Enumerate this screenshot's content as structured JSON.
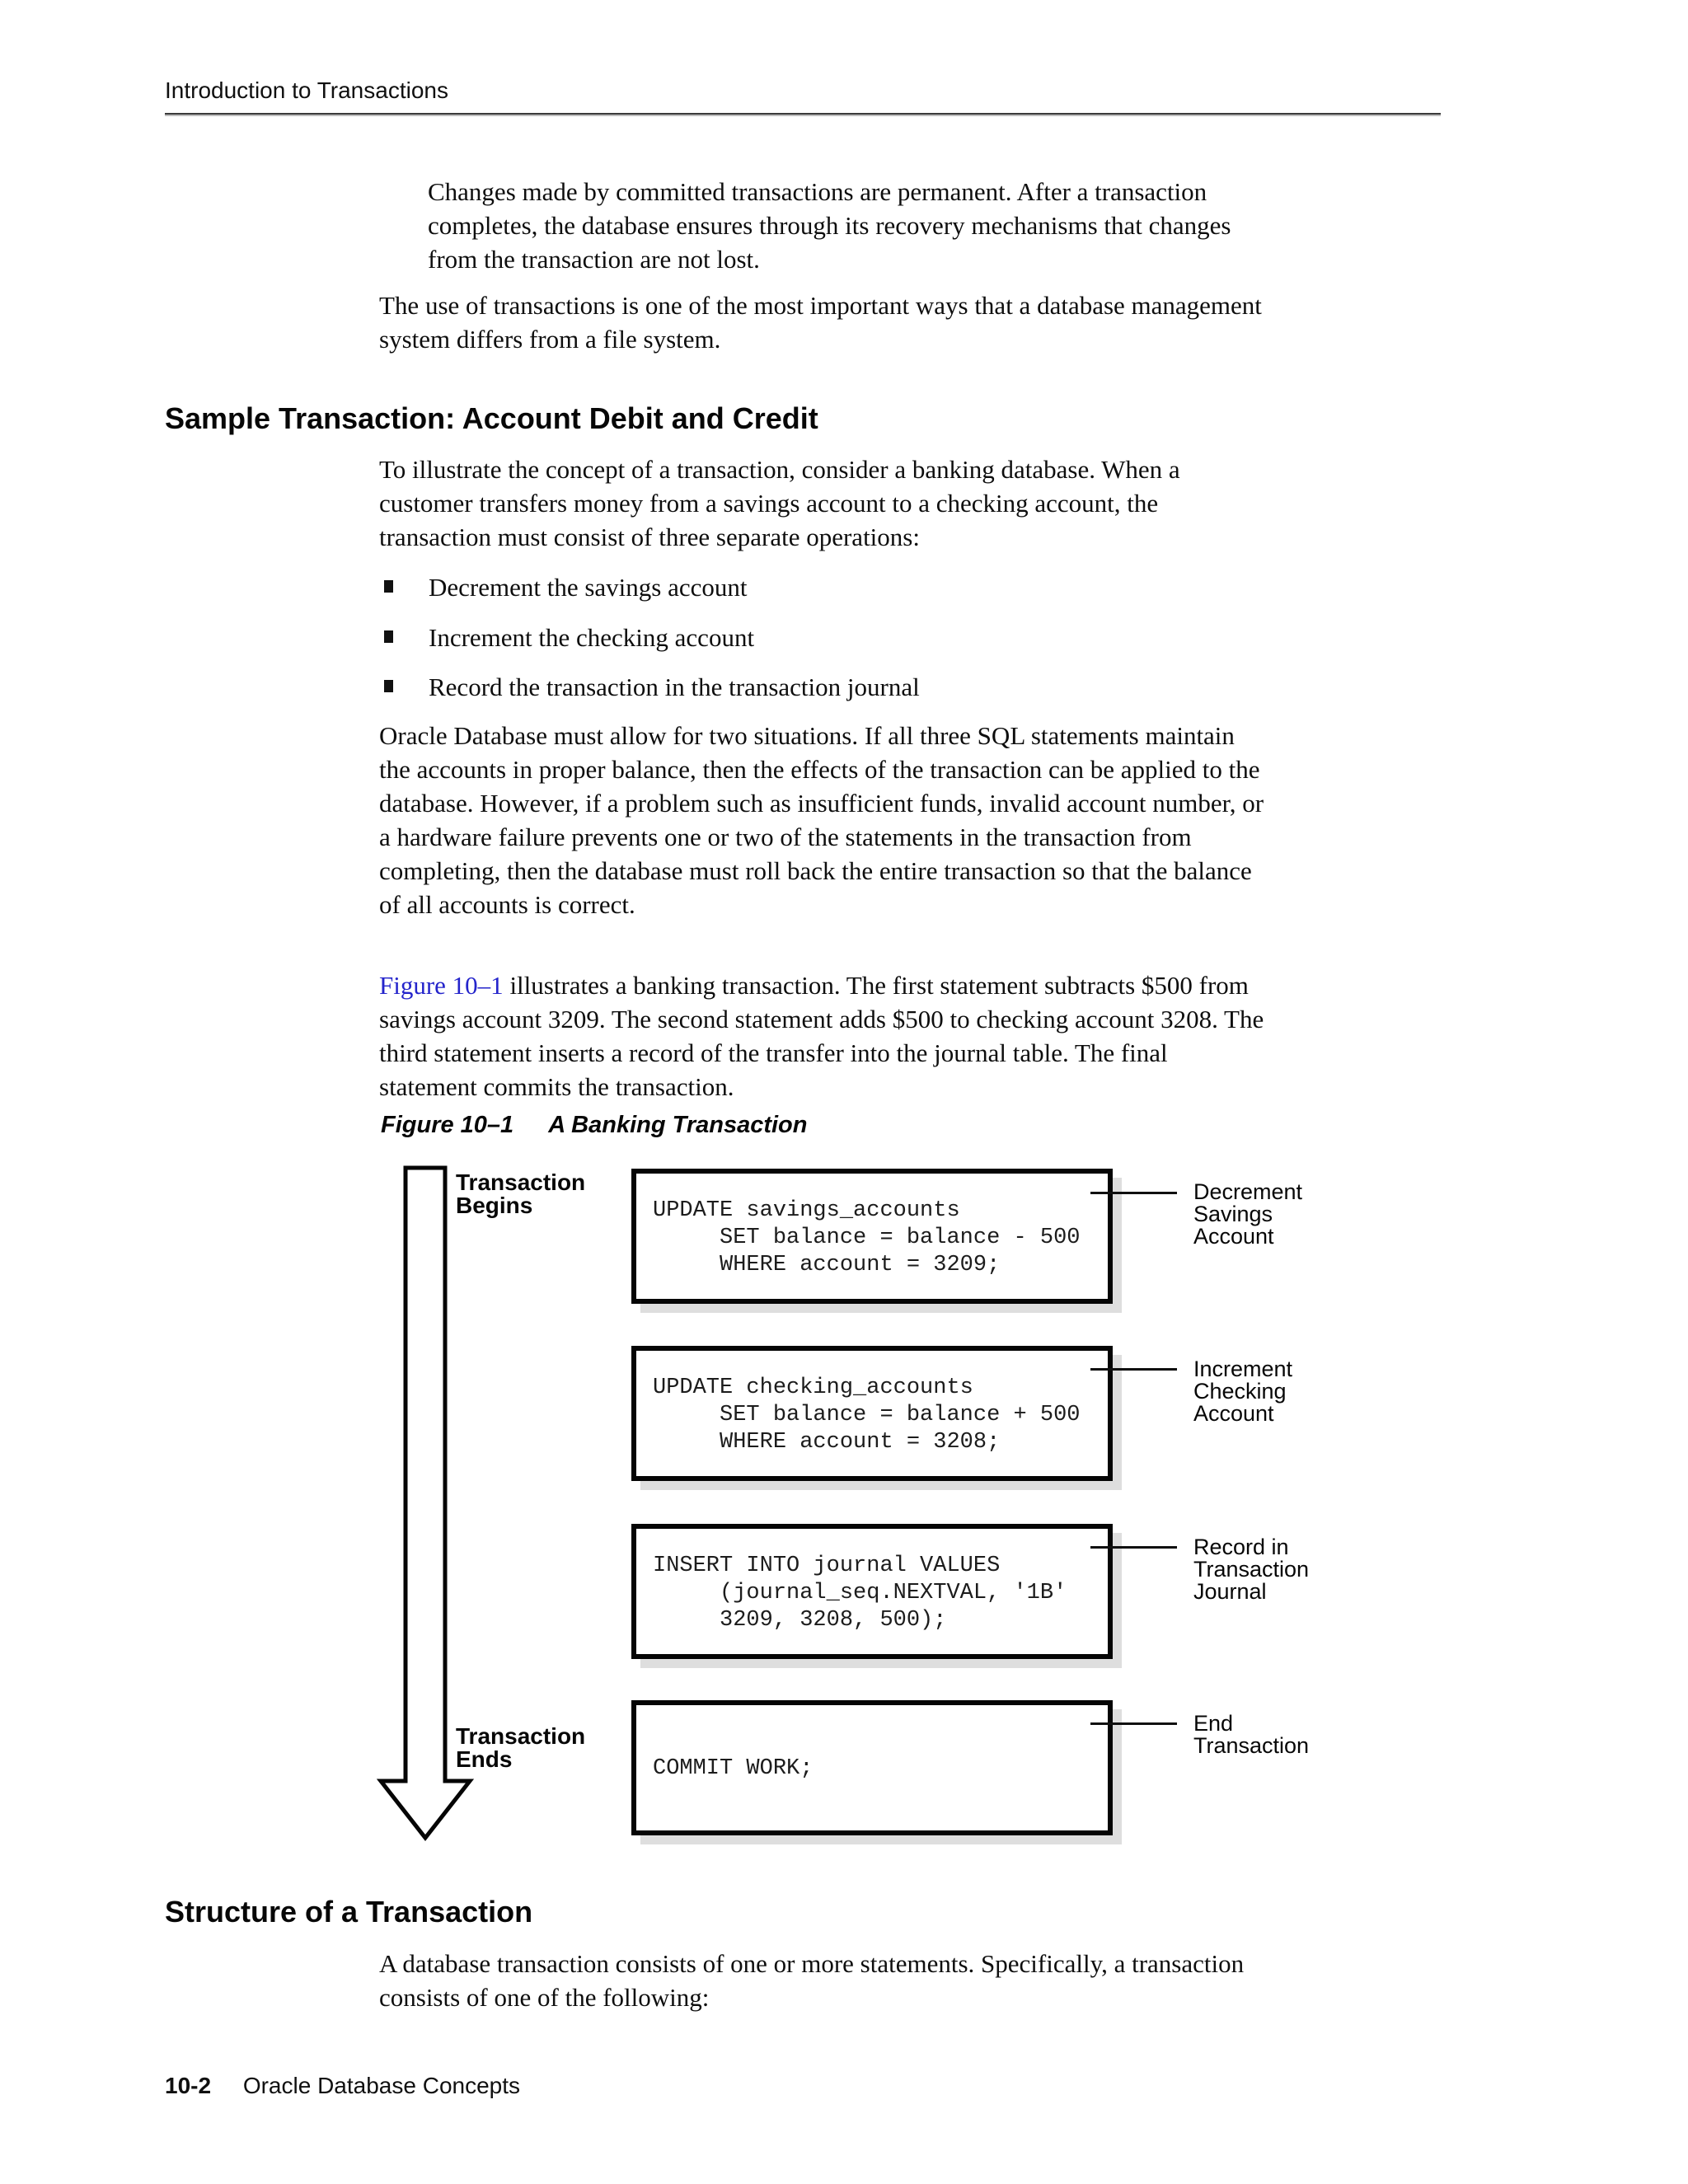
{
  "page": {
    "header": "Introduction to Transactions",
    "footer_page": "10-2",
    "footer_title": "Oracle Database Concepts"
  },
  "intro": {
    "para1": "Changes made by committed transactions are permanent. After a transaction\ncompletes, the database ensures through its recovery mechanisms that changes\nfrom the transaction are not lost.",
    "para2": "The use of transactions is one of the most important ways that a database management\nsystem differs from a file system."
  },
  "sample_section": {
    "heading": "Sample Transaction: Account Debit and Credit",
    "para1": "To illustrate the concept of a transaction, consider a banking database. When a\ncustomer transfers money from a savings account to a checking account, the\ntransaction must consist of three separate operations:",
    "bullets": [
      "Decrement the savings account",
      "Increment the checking account",
      "Record the transaction in the transaction journal"
    ],
    "para2": "Oracle Database must allow for two situations. If all three SQL statements maintain\nthe accounts in proper balance, then the effects of the transaction can be applied to the\ndatabase. However, if a problem such as insufficient funds, invalid account number, or\na hardware failure prevents one or two of the statements in the transaction from\ncompleting, then the database must roll back the entire transaction so that the balance\nof all accounts is correct.",
    "para3_link": "Figure 10–1",
    "para3_rest": " illustrates a banking transaction. The first statement subtracts $500 from\nsavings account 3209. The second statement adds $500 to checking account 3208. The\nthird statement inserts a record of the transfer into the journal table. The final\nstatement commits the transaction."
  },
  "figure": {
    "caption_label": "Figure 10–1",
    "caption_title": "A Banking Transaction",
    "begin_label": "Transaction\nBegins",
    "end_label": "Transaction\nEnds",
    "steps": [
      {
        "code": "UPDATE savings_accounts\n     SET balance = balance - 500\n     WHERE account = 3209;",
        "label": "Decrement\nSavings\nAccount"
      },
      {
        "code": "UPDATE checking_accounts\n     SET balance = balance + 500\n     WHERE account = 3208;",
        "label": "Increment\nChecking\nAccount"
      },
      {
        "code": "INSERT INTO journal VALUES\n     (journal_seq.NEXTVAL, '1B'\n     3209, 3208, 500);",
        "label": "Record in\nTransaction\nJournal"
      },
      {
        "code": "COMMIT WORK;",
        "label": "End\nTransaction"
      }
    ]
  },
  "structure_section": {
    "heading": "Structure of a Transaction",
    "para1": "A database transaction consists of one or more statements. Specifically, a transaction\nconsists of one of the following:"
  },
  "colors": {
    "link_blue": "#2424cb"
  }
}
